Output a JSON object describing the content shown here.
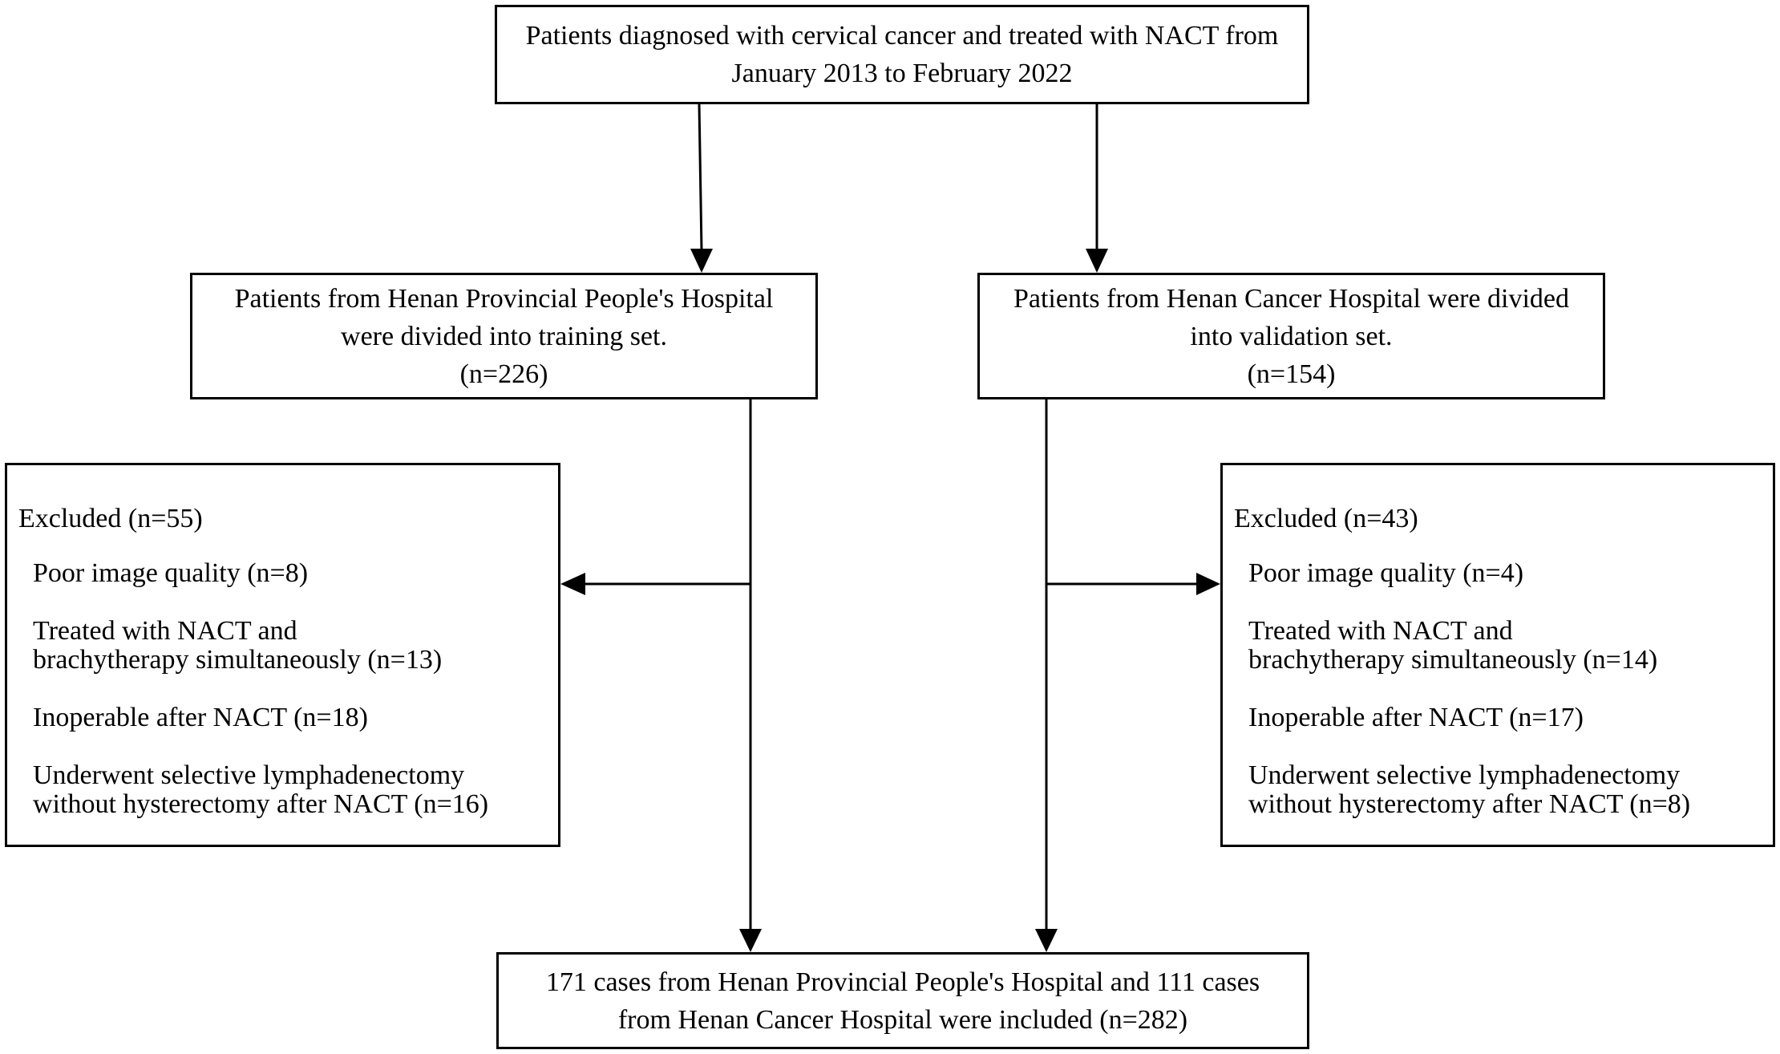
{
  "top_box": {
    "lines": [
      "Patients diagnosed with cervical cancer and treated with NACT from",
      "January 2013 to February 2022"
    ]
  },
  "training_box": {
    "lines": [
      "Patients from Henan Provincial People's Hospital",
      "were divided into training set.",
      "(n=226)"
    ]
  },
  "validation_box": {
    "lines": [
      "Patients from Henan Cancer Hospital were divided",
      "into validation set.",
      "(n=154)"
    ]
  },
  "excluded_left": {
    "title": "Excluded (n=55)",
    "items": [
      [
        "Poor image quality (n=8)"
      ],
      [
        "Treated with NACT and",
        "brachytherapy simultaneously (n=13)"
      ],
      [
        "Inoperable after NACT (n=18)"
      ],
      [
        "Underwent selective lymphadenectomy",
        "without  hysterectomy after NACT (n=16)"
      ]
    ]
  },
  "excluded_right": {
    "title": "Excluded (n=43)",
    "items": [
      [
        "Poor image quality (n=4)"
      ],
      [
        "Treated with NACT and",
        "brachytherapy simultaneously (n=14)"
      ],
      [
        "Inoperable after NACT (n=17)"
      ],
      [
        "Underwent selective lymphadenectomy",
        "without  hysterectomy after NACT (n=8)"
      ]
    ]
  },
  "final_box": {
    "lines": [
      "171 cases from Henan Provincial People's Hospital and 111 cases",
      "from Henan Cancer Hospital were included (n=282)"
    ]
  }
}
